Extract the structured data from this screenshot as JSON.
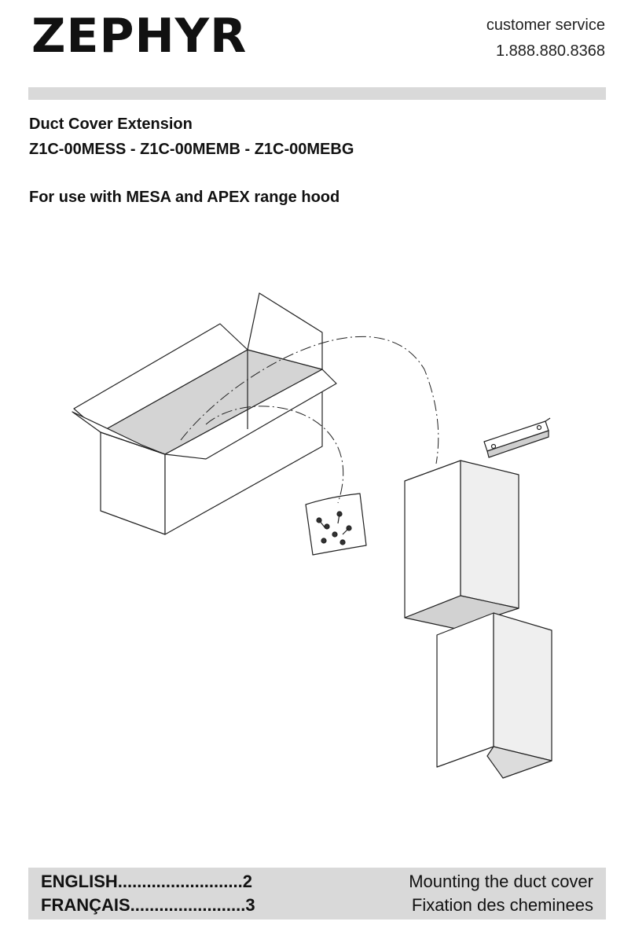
{
  "header": {
    "brand": "ZEPHYR",
    "customer_service_label": "customer service",
    "phone": "1.888.880.8368"
  },
  "product": {
    "name": "Duct Cover Extension",
    "models": "Z1C-00MESS - Z1C-00MEMB - Z1C-00MEBG",
    "usage": "For use with MESA and APEX range hood"
  },
  "footer": {
    "languages": [
      {
        "label": "ENGLISH..........................2",
        "topic": "Mounting the duct cover"
      },
      {
        "label": "FRANÇAIS........................3",
        "topic": "Fixation des cheminees"
      }
    ]
  }
}
